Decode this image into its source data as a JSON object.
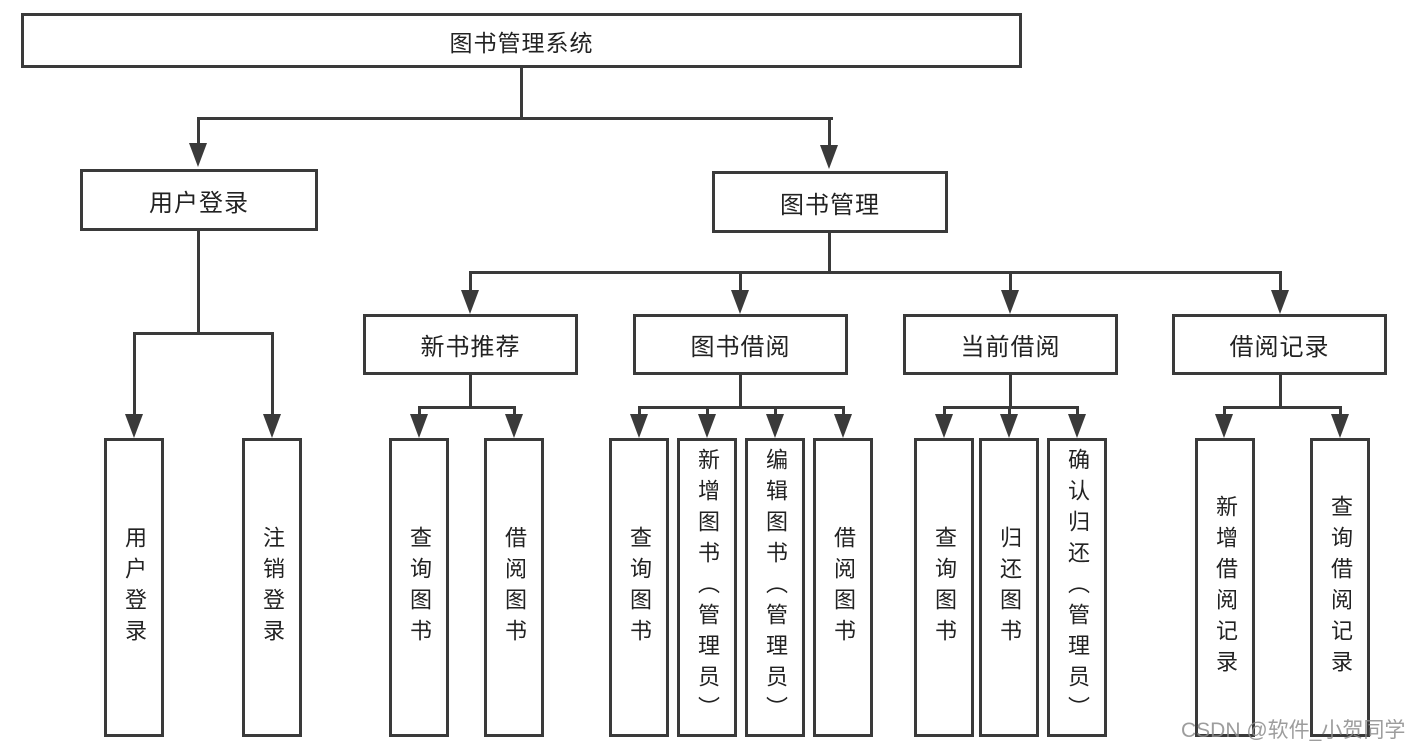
{
  "colors": {
    "line": "#3a3a3a",
    "text": "#222222",
    "background": "#ffffff",
    "watermark": "#8c8c8c"
  },
  "watermark": {
    "text": "CSDN @软件_小贺同学"
  },
  "tree": {
    "root": "图书管理系统",
    "branches": [
      {
        "label": "用户登录",
        "leaves": [
          "用户登录",
          "注销登录"
        ]
      },
      {
        "label": "图书管理",
        "groups": [
          {
            "label": "新书推荐",
            "leaves": [
              "查询图书",
              "借阅图书"
            ]
          },
          {
            "label": "图书借阅",
            "leaves": [
              "查询图书",
              "新增图书（管理员）",
              "编辑图书（管理员）",
              "借阅图书"
            ]
          },
          {
            "label": "当前借阅",
            "leaves": [
              "查询图书",
              "归还图书",
              "确认归还（管理员）"
            ]
          },
          {
            "label": "借阅记录",
            "leaves": [
              "新增借阅记录",
              "查询借阅记录"
            ]
          }
        ]
      }
    ]
  }
}
